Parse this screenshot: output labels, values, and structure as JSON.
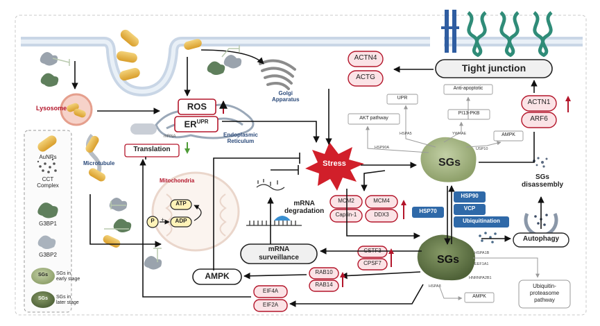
{
  "colors": {
    "membrane": "#c9d6e6",
    "gold": "#e8b84a",
    "green_protein": "#5f7f5c",
    "red_text": "#b3152a",
    "pink_fill": "#fbe3e6",
    "blue_box": "#2f69a8",
    "sg_green": "#8ea06a",
    "sg_dark": "#5f7248",
    "stress_red": "#d11f2a",
    "junction_green": "#2f8c78"
  },
  "labels": {
    "lysosome": "Lysosome",
    "golgi_l1": "Golgi",
    "golgi_l2": "Apparatus",
    "er_l1": "Endoplasmic",
    "er_l2": "Reticulum",
    "mrna_small": "mRNA",
    "microtubule": "Microtubule",
    "mitochondria": "Mitochondria",
    "ros": "ROS",
    "er_upr_base": "ER",
    "er_upr_sup": "UPR",
    "translation": "Translation",
    "stress": "Stress",
    "mrna_degradation_l1": "mRNA",
    "mrna_degradation_l2": "degradation",
    "mrna_surveillance_l1": "mRNA",
    "mrna_surveillance_l2": "surveillance",
    "ampk_main": "AMPK",
    "atp": "ATP",
    "adp": "ADP",
    "p": "P",
    "plus": "+",
    "tight_junction": "Tight junction",
    "sgs_top": "SGs",
    "sgs_bottom": "SGs",
    "sgs_disassembly_l1": "SGs",
    "sgs_disassembly_l2": "disassembly",
    "autophagy": "Autophagy",
    "ubiquitin_l1": "Ubiquitin-",
    "ubiquitin_l2": "proteasome",
    "ubiquitin_l3": "pathway"
  },
  "legend": {
    "aunrs": "AuNRs",
    "cct_l1": "CCT",
    "cct_l2": "Complex",
    "g3bp1": "G3BP1",
    "g3bp2": "G3BP2",
    "sg_early_icon": "SGs",
    "sg_early_l1": "SGs in",
    "sg_early_l2": "early stage",
    "sg_late_icon": "SGs",
    "sg_late_l1": "SGs in",
    "sg_late_l2": "later stage"
  },
  "pink_boxes": {
    "actn4": "ACTN4",
    "actg": "ACTG",
    "actn1": "ACTN1",
    "arf6": "ARF6",
    "mcm2": "MCM2",
    "mcm4": "MCM4",
    "caprin1": "Caprin-1",
    "ddx3": "DDX3",
    "cstf3": "CSTF3",
    "cpsf7": "CPSF7",
    "rab10": "RAB10",
    "rab14": "RAB14",
    "eif4a": "EIF4A",
    "eif2a": "EIF2A"
  },
  "blue_boxes": {
    "hsp70": "HSP70",
    "hsp90": "HSP90",
    "vcp": "VCP",
    "ubiquitination": "Ubiquitination"
  },
  "small_labels": {
    "upr": "UPR",
    "anti_apoptotic": "Anti-apoptotic",
    "akt_pathway": "AKT pathway",
    "pi3_pkb": "PI13-PKB",
    "ampk_small_top": "AMPK",
    "hspa5": "HSPA5",
    "hsp90a": "HSP90A",
    "ywhae": "YWHAE",
    "usp10": "USP10",
    "hspa1b": "HSPA1B",
    "eef1a1": "EEF1A1",
    "hnrnpa2b1": "HNRNPA2B1",
    "hsp8": "HSPA8",
    "ampk_small_bottom": "AMPK"
  }
}
